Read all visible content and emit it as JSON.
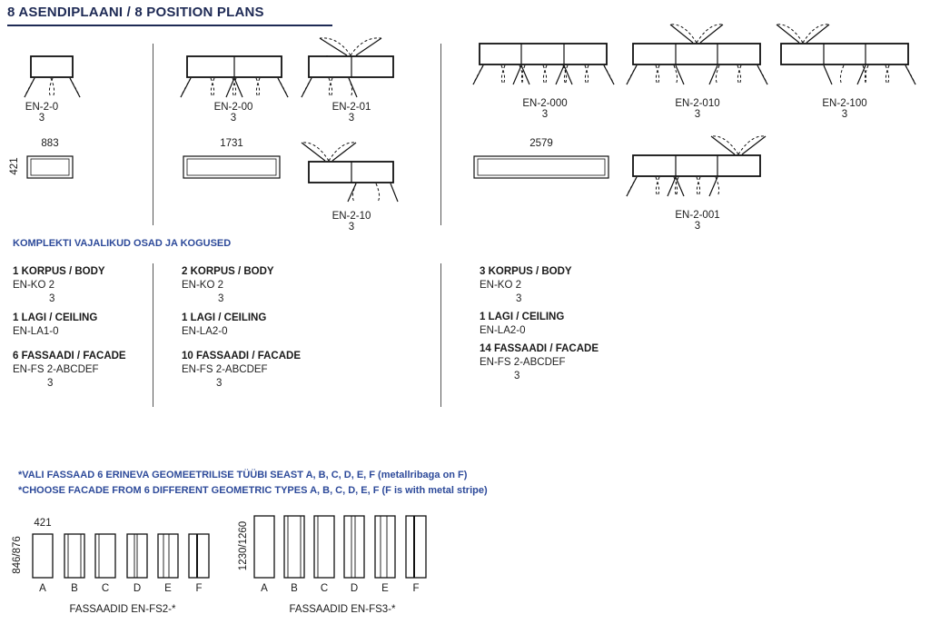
{
  "title": "8 ASENDIPLAANI / 8 POSITION PLANS",
  "plans": [
    {
      "code": "EN-2-0",
      "sub": "3"
    },
    {
      "code": "EN-2-00",
      "sub": "3"
    },
    {
      "code": "EN-2-01",
      "sub": "3"
    },
    {
      "code": "EN-2-10",
      "sub": "3"
    },
    {
      "code": "EN-2-000",
      "sub": "3"
    },
    {
      "code": "EN-2-010",
      "sub": "3"
    },
    {
      "code": "EN-2-100",
      "sub": "3"
    },
    {
      "code": "EN-2-001",
      "sub": "3"
    }
  ],
  "dimensions": {
    "depth": "421",
    "width_1": "883",
    "width_2": "1731",
    "width_3": "2579"
  },
  "parts_title": "KOMPLEKTI VAJALIKUD OSAD JA KOGUSED",
  "parts": [
    [
      {
        "head": "1 KORPUS / BODY",
        "code": "EN-KO 2",
        "sub": "3"
      },
      {
        "head": "1 LAGI / CEILING",
        "code": "EN-LA1-0",
        "sub": ""
      },
      {
        "head": "6 FASSAADI  / FACADE",
        "code": "EN-FS 2-ABCDEF",
        "sub": "3"
      }
    ],
    [
      {
        "head": "2 KORPUS / BODY",
        "code": "EN-KO 2",
        "sub": "3"
      },
      {
        "head": "1 LAGI / CEILING",
        "code": "EN-LA2-0",
        "sub": ""
      },
      {
        "head": "10 FASSAADI  / FACADE",
        "code": "EN-FS 2-ABCDEF",
        "sub": "3"
      }
    ],
    [
      {
        "head": "3 KORPUS / BODY",
        "code": "EN-KO 2",
        "sub": "3"
      },
      {
        "head": "1 LAGI / CEILING",
        "code": "EN-LA2-0",
        "sub": ""
      },
      {
        "head": "14 FASSAADI  / FACADE",
        "code": "EN-FS 2-ABCDEF",
        "sub": "3"
      }
    ]
  ],
  "notes": {
    "et": "*VALI FASSAAD 6 ERINEVA GEOMEETRILISE TÜÜBI SEAST A, B, C, D, E, F (metallribaga on F)",
    "en": "*CHOOSE FACADE FROM 6 DIFFERENT GEOMETRIC TYPES A, B, C, D, E, F (F is with metal stripe)"
  },
  "facades": {
    "fs2": {
      "width": "421",
      "height": "846/876",
      "caption": "FASSAADID EN-FS2-*"
    },
    "fs3": {
      "height": "1230/1260",
      "caption": "FASSAADID EN-FS3-*"
    },
    "letters": [
      "A",
      "B",
      "C",
      "D",
      "E",
      "F"
    ]
  }
}
